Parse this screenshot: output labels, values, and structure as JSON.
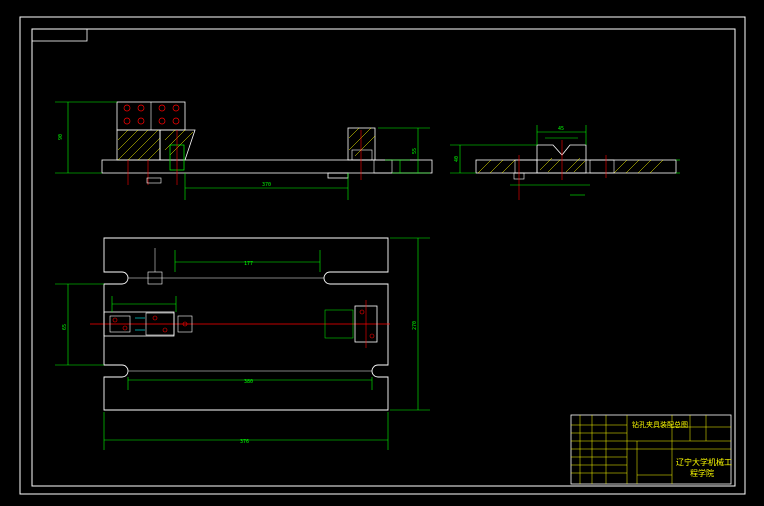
{
  "colors": {
    "background": "#000000",
    "outline": "#ffffff",
    "dimension": "#00ff00",
    "hatch": "#ffff00",
    "center": "#ff0000",
    "accent": "#00ffff"
  },
  "title_block": {
    "drawing_name": "钻孔夹具装配总图",
    "school": "辽宁大学机械工",
    "school_line2": "程学院"
  },
  "dimensions": {
    "front_height": "90",
    "front_length": "370",
    "front_right_height": "55",
    "side_height": "40",
    "side_top": "45",
    "plan_length": "177",
    "plan_width": "270",
    "plan_slot": "380",
    "plan_total": "376",
    "plan_small": "65"
  }
}
